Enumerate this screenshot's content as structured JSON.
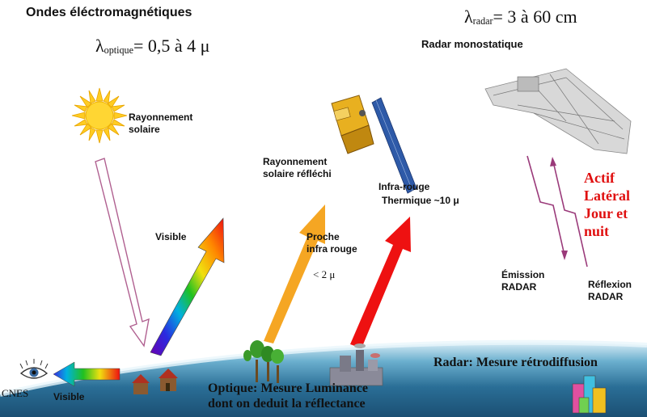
{
  "title": "Ondes éléctromagnétiques",
  "lambda_optique": {
    "symbol": "λ",
    "sub": "optique",
    "value": "= 0,5 à 4 μ"
  },
  "lambda_radar": {
    "symbol": "λ",
    "sub": "radar",
    "value": "= 3 à 60 cm"
  },
  "radar_mono": "Radar monostatique",
  "rayonnement_solaire": "Rayonnement\nsolaire",
  "rayonnement_reflechi": "Rayonnement\nsolaire réfléchi",
  "visible_arrow": "Visible",
  "proche_ir": "Proche\ninfra rouge",
  "proche_ir_lt": "< 2 μ",
  "infra_rouge": "Infra-rouge",
  "thermique": "Thermique ~10 μ",
  "actif": "Actif\nLatéral\nJour et\nnuit",
  "emission": "Émission\nRADAR",
  "reflexion": "Réflexion\nRADAR",
  "radar_mesure": "Radar: Mesure rétrodiffusion",
  "optique_mesure": "Optique: Mesure Luminance\ndont on deduit la réflectance",
  "cnes": "CNES",
  "visible_small": "Visible",
  "colors": {
    "actif_red": "#e01010",
    "orange": "#f5a623",
    "red_arrow": "#ee1111",
    "sun": "#ffcc22"
  }
}
